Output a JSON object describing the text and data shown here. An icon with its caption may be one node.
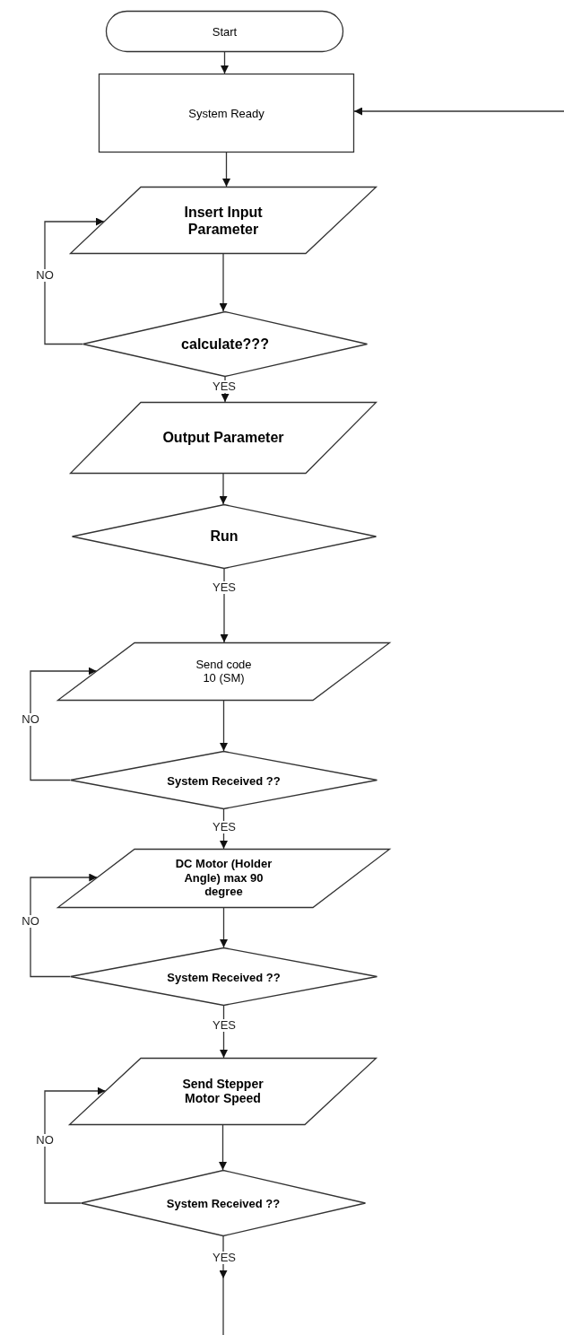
{
  "diagram": {
    "nodes": [
      {
        "text": [
          "Start"
        ]
      },
      {
        "text": [
          "System Ready"
        ]
      },
      {
        "text": [
          "Insert Input Parameter"
        ]
      },
      {
        "text": [
          "calculate???"
        ]
      },
      {
        "text": [
          "Output Parameter"
        ]
      },
      {
        "text": [
          "Run"
        ]
      },
      {
        "text": [
          "Send code 10 (SM)"
        ]
      },
      {
        "text": [
          "System Received ??"
        ]
      },
      {
        "text": [
          "DC Motor (Holder Angle) max 90 degree"
        ]
      },
      {
        "text": [
          "System Received ??"
        ]
      },
      {
        "text": [
          "Send Stepper Motor Speed"
        ]
      },
      {
        "text": [
          "System Received ??"
        ]
      }
    ],
    "edges": [
      {
        "from": 0,
        "to": 1,
        "arrow": "to"
      },
      {
        "from": null,
        "to": 1,
        "arrow": "to"
      },
      {
        "from": 1,
        "to": 2,
        "arrow": "to"
      },
      {
        "from": 2,
        "to": 3,
        "arrow": "to"
      },
      {
        "from": 3,
        "to": 2,
        "arrow": "to",
        "label": "NO"
      },
      {
        "from": 3,
        "to": 4,
        "arrow": "to",
        "label": "YES"
      },
      {
        "from": 4,
        "to": 5,
        "arrow": "to"
      },
      {
        "from": 5,
        "to": 6,
        "arrow": "to",
        "label": "YES"
      },
      {
        "from": 6,
        "to": 7,
        "arrow": "to"
      },
      {
        "from": 7,
        "to": 6,
        "arrow": "to",
        "label": "NO"
      },
      {
        "from": 7,
        "to": 8,
        "arrow": "to",
        "label": "YES"
      },
      {
        "from": 8,
        "to": 9,
        "arrow": "to"
      },
      {
        "from": 9,
        "to": 8,
        "arrow": "to",
        "label": "NO"
      },
      {
        "from": 9,
        "to": 10,
        "arrow": "to",
        "label": "YES"
      },
      {
        "from": 10,
        "to": 11,
        "arrow": "to"
      },
      {
        "from": 11,
        "to": 10,
        "arrow": "to",
        "label": "NO"
      },
      {
        "from": 11,
        "to": null,
        "arrow": "to",
        "label": "YES"
      }
    ]
  }
}
